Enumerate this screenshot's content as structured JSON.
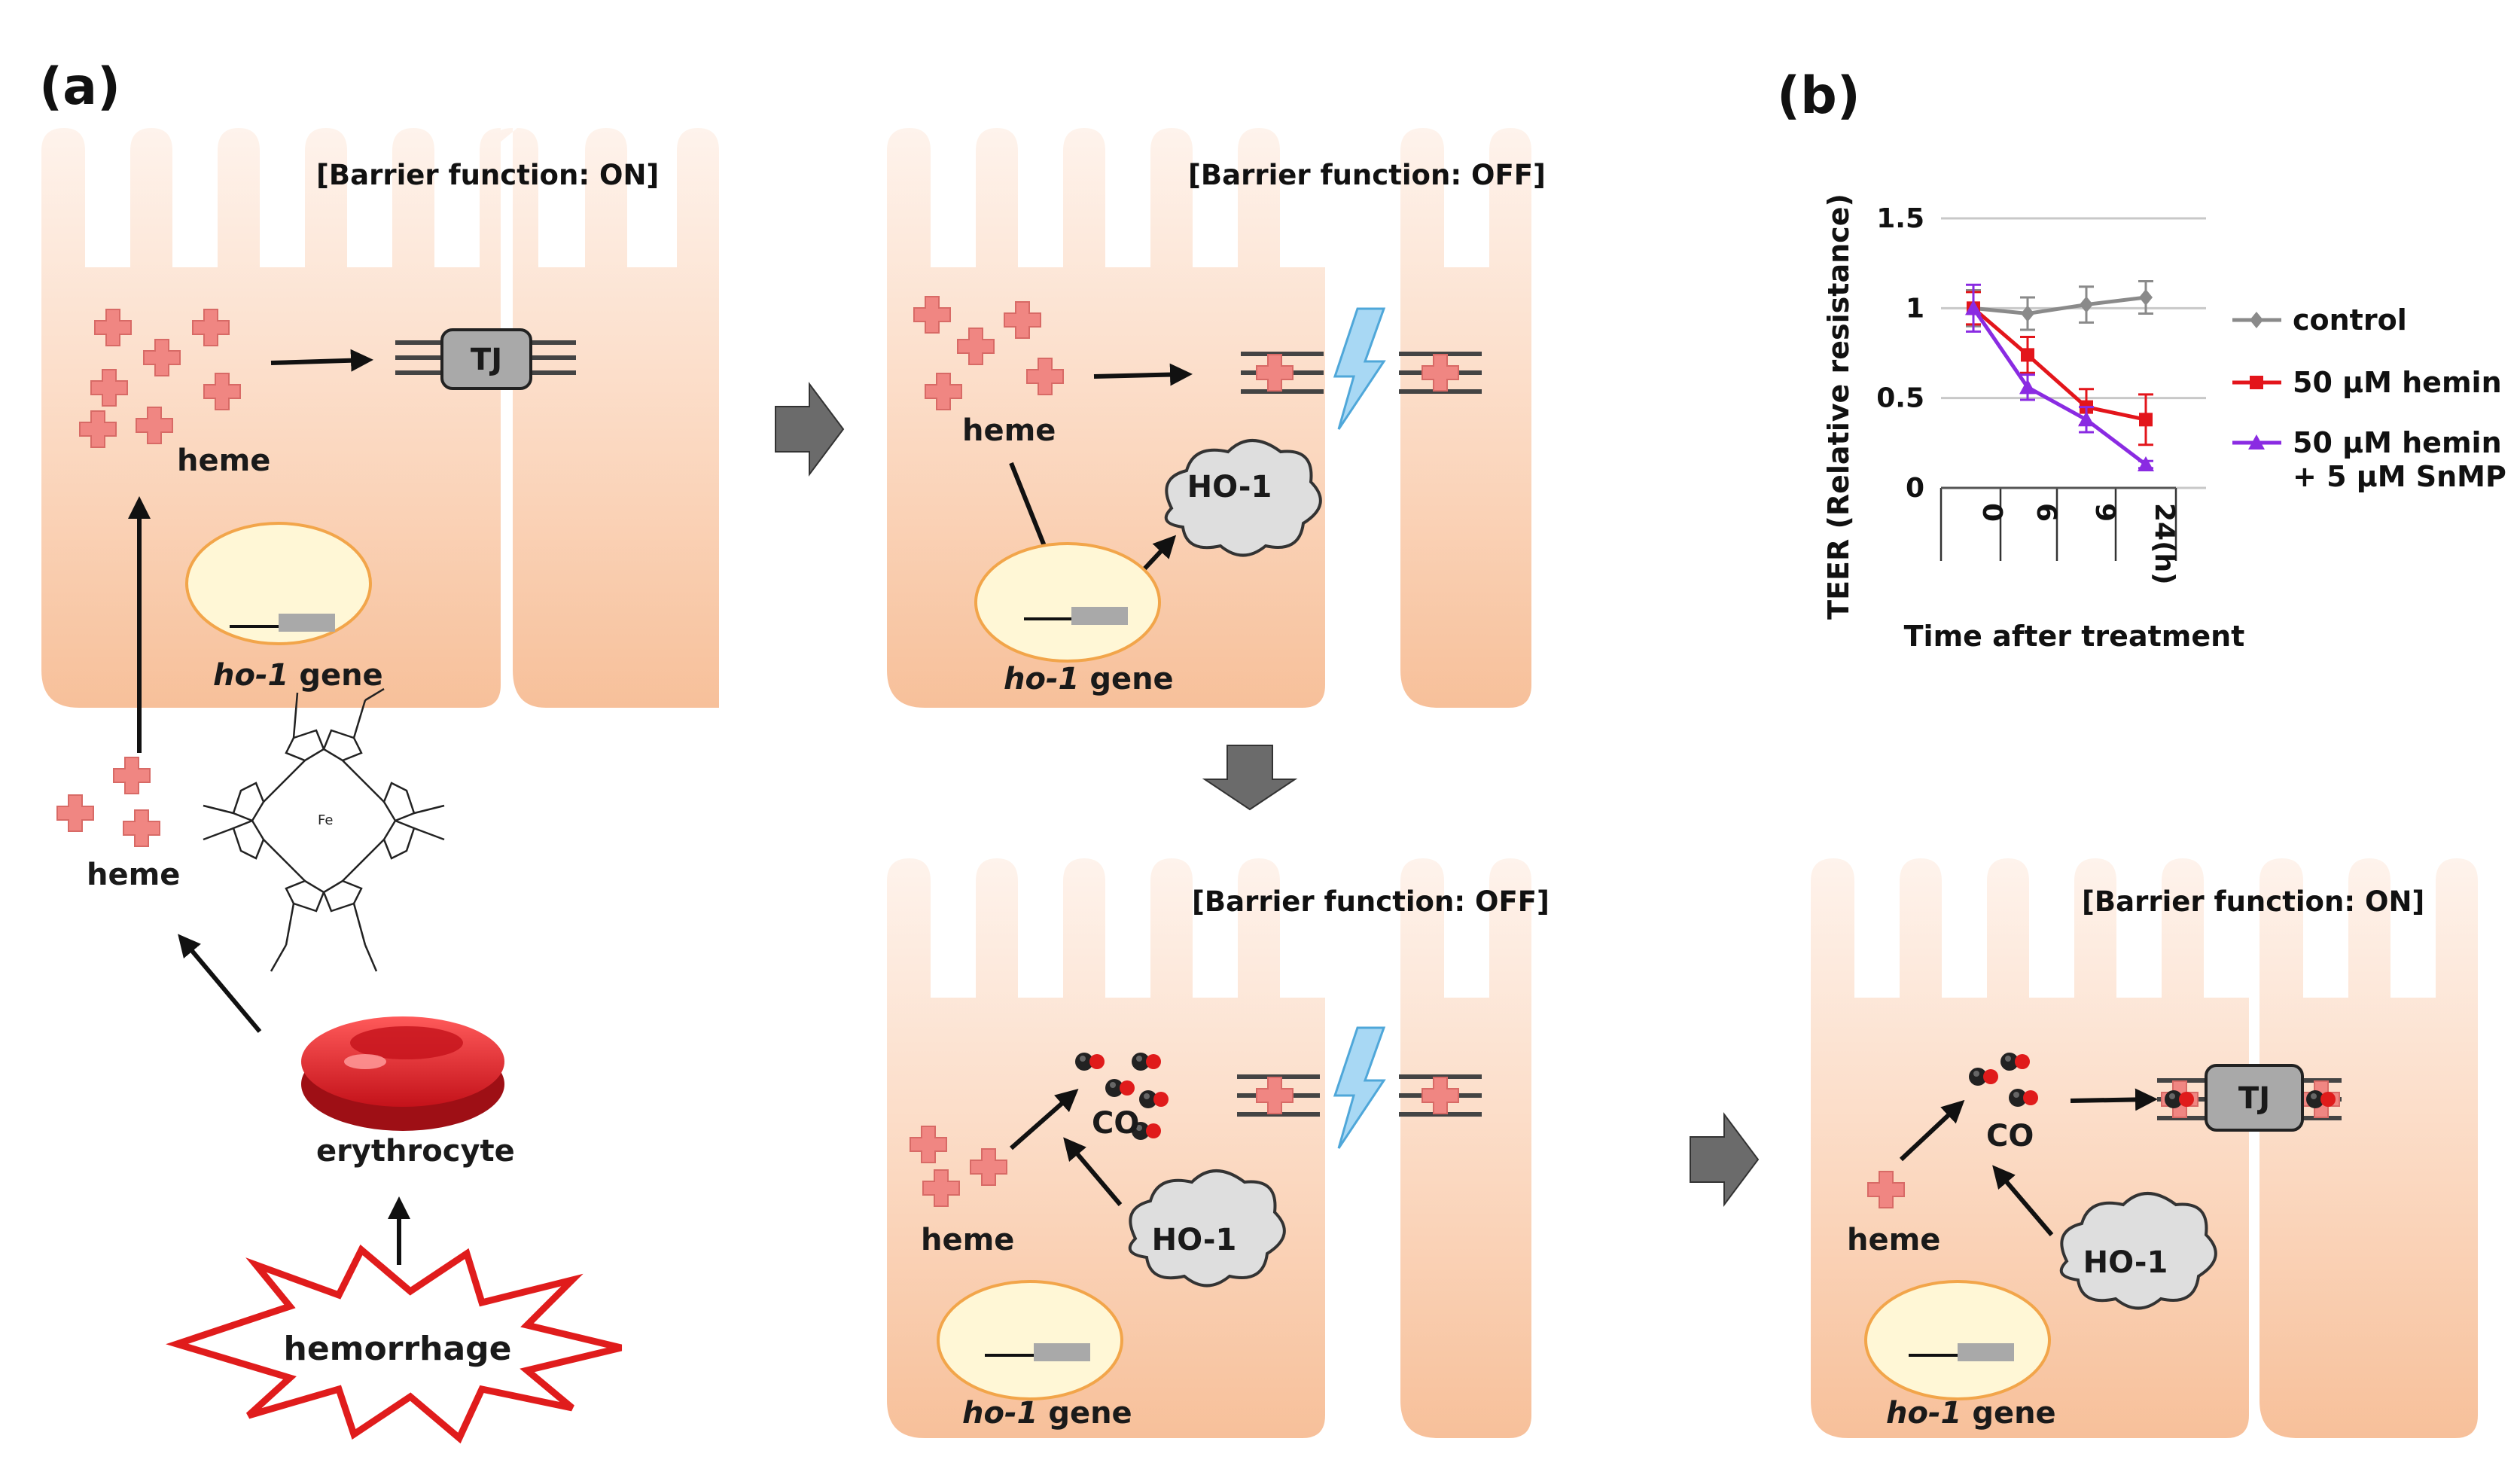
{
  "panels": {
    "a": "(a)",
    "b": "(b)"
  },
  "cells": {
    "c1": {
      "barrier": "[Barrier function: ON]",
      "heme": "heme",
      "tj": "TJ",
      "gene_italic": "ho-1",
      "gene_rest": " gene"
    },
    "c2": {
      "barrier": "[Barrier function: OFF]",
      "heme": "heme",
      "ho1": "HO-1",
      "gene_italic": "ho-1",
      "gene_rest": " gene"
    },
    "c3": {
      "barrier": "[Barrier function: OFF]",
      "heme": "heme",
      "co": "CO",
      "ho1": "HO-1",
      "gene_italic": "ho-1",
      "gene_rest": " gene"
    },
    "c4": {
      "barrier": "[Barrier function: ON]",
      "heme": "heme",
      "co": "CO",
      "ho1": "HO-1",
      "tj": "TJ",
      "gene_italic": "ho-1",
      "gene_rest": " gene"
    }
  },
  "outside": {
    "heme": "heme",
    "erythrocyte": "erythrocyte",
    "hemorrhage": "hemorrhage"
  },
  "colors": {
    "cell_light": "#fdeee4",
    "cell_dark": "#f8c4a0",
    "heme": "#f08682",
    "heme_stroke": "#d86a66",
    "nucleus": "#fff7d6",
    "nucleus_stroke": "#f2a54a",
    "lightning": "#a8d8f4",
    "gray_arrow": "#6b6b6b",
    "rbc": "#e0222a",
    "hemorrhage": "#e01c1c"
  },
  "chart_data": {
    "type": "line",
    "ylabel": "TEER (Relative resistance)",
    "xlabel": "Time after treatment",
    "categories": [
      "0",
      "6",
      "9",
      "24(h)"
    ],
    "ylim": [
      0,
      1.5
    ],
    "yticks": [
      "0",
      "0.5",
      "1",
      "1.5"
    ],
    "grid": true,
    "legend": "right",
    "series": [
      {
        "name": "control",
        "color": "#8a8a8a",
        "marker": "diamond",
        "values": [
          1.0,
          0.97,
          1.02,
          1.06
        ],
        "err": [
          0.1,
          0.09,
          0.1,
          0.09
        ]
      },
      {
        "name": "50 μM hemin",
        "color": "#e3151b",
        "marker": "square",
        "values": [
          1.0,
          0.74,
          0.45,
          0.38
        ],
        "err": [
          0.09,
          0.1,
          0.1,
          0.14
        ]
      },
      {
        "name": "50 μM hemin",
        "name2": "+ 5 μM SnMP",
        "color": "#8a2be2",
        "marker": "triangle",
        "values": [
          1.0,
          0.56,
          0.38,
          0.13
        ],
        "err": [
          0.13,
          0.07,
          0.07,
          0.02
        ]
      }
    ]
  }
}
